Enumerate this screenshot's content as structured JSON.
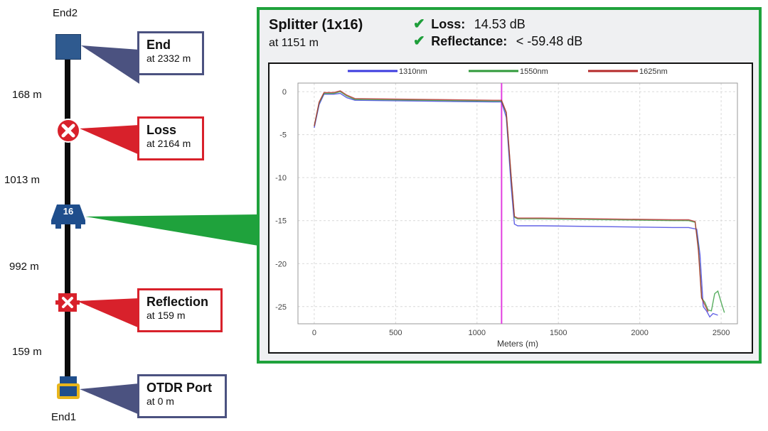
{
  "ends": {
    "top": "End2",
    "bottom": "End1"
  },
  "distances": [
    "168 m",
    "1013 m",
    "992 m",
    "159 m"
  ],
  "events": [
    {
      "title": "End",
      "subtitle": "at 2332 m",
      "icon": "end-connector-icon",
      "color": "#4b5280"
    },
    {
      "title": "Loss",
      "subtitle": "at 2164 m",
      "icon": "loss-x-icon",
      "color": "#d8212b"
    },
    {
      "title": "Splitter (1x16)",
      "badge": "16",
      "icon": "splitter-icon",
      "color": "#1fa23c"
    },
    {
      "title": "Reflection",
      "subtitle": "at 159 m",
      "icon": "reflection-icon",
      "color": "#d8212b"
    },
    {
      "title": "OTDR Port",
      "subtitle": "at 0 m",
      "icon": "otdr-port-icon",
      "color": "#4b5280"
    }
  ],
  "detail": {
    "title": "Splitter (1x16)",
    "location": "at 1151 m",
    "loss_label": "Loss:",
    "loss_value": "14.53 dB",
    "refl_label": "Reflectance:",
    "refl_value": "< -59.48 dB"
  },
  "chart_data": {
    "type": "line",
    "xlabel": "Meters (m)",
    "ylabel": "",
    "xlim": [
      -100,
      2600
    ],
    "ylim": [
      -27,
      1
    ],
    "xticks": [
      0,
      500,
      1000,
      1500,
      2000,
      2500
    ],
    "yticks": [
      0,
      -5,
      -10,
      -15,
      -20,
      -25
    ],
    "grid": true,
    "legend_position": "top",
    "marker_x": 1151,
    "marker_color": "#e23ee0",
    "series": [
      {
        "name": "1310nm",
        "color": "#3b3bdf",
        "x": [
          0,
          30,
          60,
          120,
          160,
          200,
          250,
          1100,
          1151,
          1180,
          1210,
          1230,
          1250,
          1400,
          2200,
          2300,
          2350,
          2370,
          2390,
          2410,
          2430,
          2450,
          2480
        ],
        "y": [
          -4.2,
          -1.5,
          -0.3,
          -0.3,
          -0.2,
          -0.7,
          -1.0,
          -1.2,
          -1.2,
          -3.0,
          -11.0,
          -15.4,
          -15.6,
          -15.6,
          -15.8,
          -15.8,
          -16.0,
          -19.0,
          -25.0,
          -25.5,
          -26.2,
          -25.8,
          -26.0
        ]
      },
      {
        "name": "1550nm",
        "color": "#2f9a3a",
        "x": [
          0,
          30,
          60,
          120,
          160,
          200,
          250,
          1100,
          1151,
          1180,
          1210,
          1230,
          1250,
          1400,
          2200,
          2300,
          2340,
          2360,
          2380,
          2400,
          2420,
          2440,
          2460,
          2480,
          2500,
          2520
        ],
        "y": [
          -4.0,
          -1.3,
          -0.2,
          -0.2,
          0.0,
          -0.5,
          -0.9,
          -1.1,
          -1.1,
          -2.5,
          -10.0,
          -14.6,
          -14.8,
          -14.8,
          -15.0,
          -15.0,
          -15.2,
          -18.0,
          -24.0,
          -24.5,
          -25.4,
          -25.5,
          -23.5,
          -23.2,
          -24.5,
          -25.7
        ]
      },
      {
        "name": "1625nm",
        "color": "#b52a2a",
        "x": [
          0,
          30,
          60,
          120,
          160,
          200,
          250,
          1100,
          1151,
          1180,
          1210,
          1230,
          1250,
          1400,
          2200,
          2300,
          2340,
          2360,
          2380,
          2400,
          2420
        ],
        "y": [
          -4.0,
          -1.2,
          -0.1,
          -0.1,
          0.1,
          -0.4,
          -0.8,
          -1.0,
          -1.0,
          -2.4,
          -9.8,
          -14.5,
          -14.7,
          -14.7,
          -14.9,
          -14.9,
          -15.1,
          -18.5,
          -24.0,
          -24.8,
          -25.6
        ]
      }
    ]
  }
}
